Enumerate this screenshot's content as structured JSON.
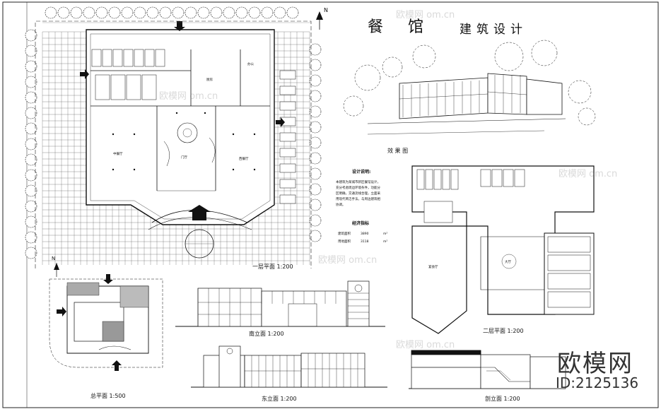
{
  "sheet": {
    "title": "餐 馆",
    "subtitle": "建筑设计"
  },
  "captions": {
    "perspective": "效 果 图",
    "floor1": "一层平面 1:200",
    "floor2": "二层平面 1:200",
    "site": "总平面 1:500",
    "south_elev": "南立面 1:200",
    "east_elev": "东立面 1:200",
    "section": "剖立面 1:200"
  },
  "design_notes": {
    "heading": "设计说明:",
    "lines": [
      "本建筑为某城市新区餐馆设计，",
      "充分考虑周边环境条件，功能分",
      "区明确，交通流线合理，立面采",
      "用现代简洁手法，与周边建筑相",
      "协调。"
    ]
  },
  "indicators": {
    "heading": "经济指标",
    "rows": [
      {
        "label": "建筑面积",
        "value": "3890",
        "unit": "m²"
      },
      {
        "label": "用地面积",
        "value": "3118",
        "unit": "m²"
      }
    ]
  },
  "room_labels": {
    "f1_dining_left": "中餐厅",
    "f1_lobby": "门厅",
    "f1_dining_right": "西餐厅",
    "f1_kitchen": "厨房",
    "f1_office": "办公",
    "f2_banquet": "宴会厅",
    "f2_hall": "大厅"
  },
  "watermark": {
    "logo": "欧模网",
    "id": "ID:2125136",
    "faint": "欧模网 om.cn"
  },
  "north": "N"
}
